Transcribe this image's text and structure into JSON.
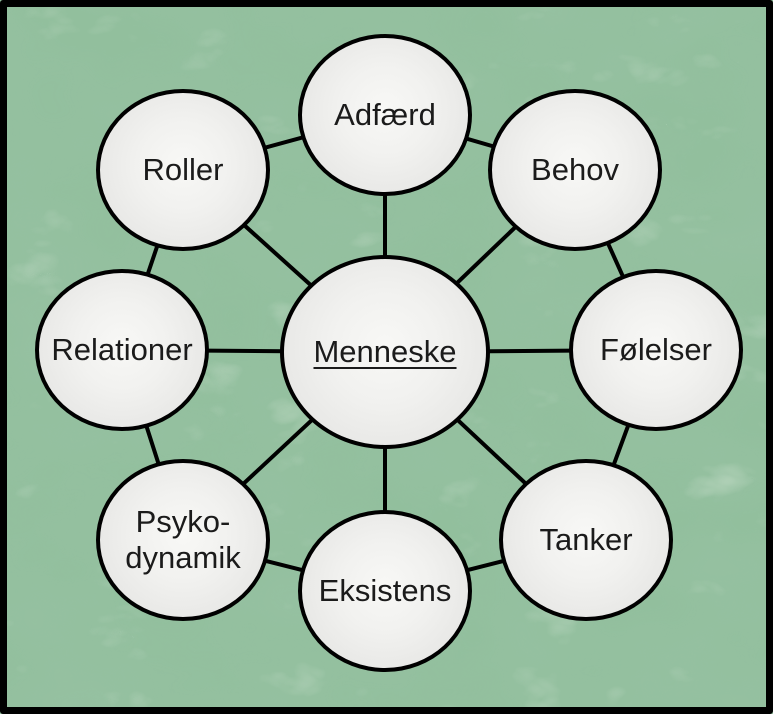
{
  "diagram": {
    "type": "mind-map",
    "center_node": {
      "label": "Menneske",
      "underlined": true
    },
    "outer_nodes": [
      {
        "id": "adfaerd",
        "label": "Adfærd"
      },
      {
        "id": "behov",
        "label": "Behov"
      },
      {
        "id": "foelelser",
        "label": "Følelser"
      },
      {
        "id": "tanker",
        "label": "Tanker"
      },
      {
        "id": "eksistens",
        "label": "Eksistens"
      },
      {
        "id": "psykodynamik",
        "label": "Psyko-\ndynamik"
      },
      {
        "id": "relationer",
        "label": "Relationer"
      },
      {
        "id": "roller",
        "label": "Roller"
      }
    ],
    "edges": [
      [
        "Menneske",
        "Adfærd"
      ],
      [
        "Menneske",
        "Behov"
      ],
      [
        "Menneske",
        "Følelser"
      ],
      [
        "Menneske",
        "Tanker"
      ],
      [
        "Menneske",
        "Eksistens"
      ],
      [
        "Menneske",
        "Psyko-dynamik"
      ],
      [
        "Menneske",
        "Relationer"
      ],
      [
        "Menneske",
        "Roller"
      ],
      [
        "Roller",
        "Adfærd"
      ],
      [
        "Adfærd",
        "Behov"
      ],
      [
        "Behov",
        "Følelser"
      ],
      [
        "Følelser",
        "Tanker"
      ],
      [
        "Tanker",
        "Eksistens"
      ],
      [
        "Eksistens",
        "Psyko-dynamik"
      ],
      [
        "Psyko-dynamik",
        "Relationer"
      ],
      [
        "Relationer",
        "Roller"
      ]
    ],
    "colors": {
      "background": "#92bf9d",
      "node_fill_light": "#f8f8f6",
      "node_fill_dark": "#e0e0de",
      "node_stroke": "#000000",
      "edge": "#000000",
      "text": "#1b1b1b",
      "frame": "#000000"
    }
  }
}
